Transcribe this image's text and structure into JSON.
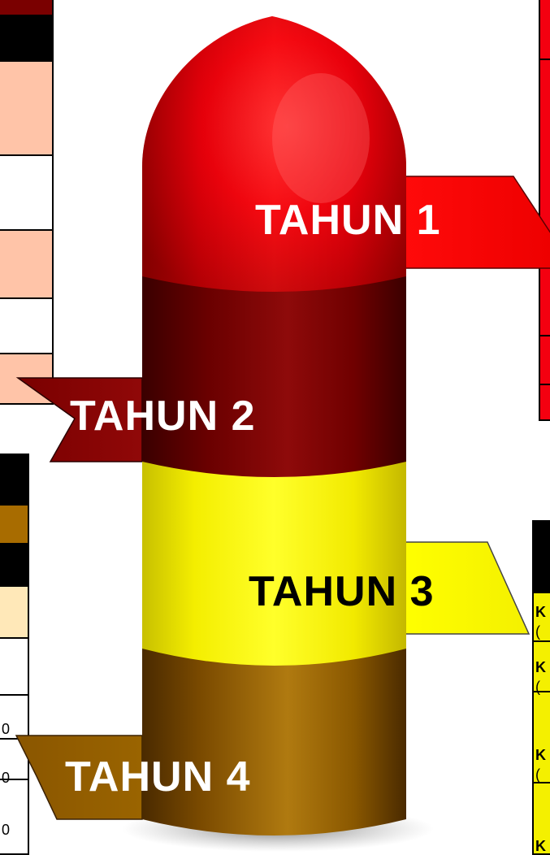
{
  "tiers": [
    {
      "label": "TAHUN 1",
      "color": "#e8000f"
    },
    {
      "label": "TAHUN 2",
      "color": "#7a0000"
    },
    {
      "label": "TAHUN 3",
      "color": "#f4f000"
    },
    {
      "label": "TAHUN 4",
      "color": "#8b5a00"
    }
  ],
  "table_fragments": {
    "bottom_left": [
      "0",
      "0",
      "0"
    ],
    "bottom_right": [
      "K",
      "(",
      "K",
      "(",
      "K",
      "(",
      "K"
    ]
  }
}
